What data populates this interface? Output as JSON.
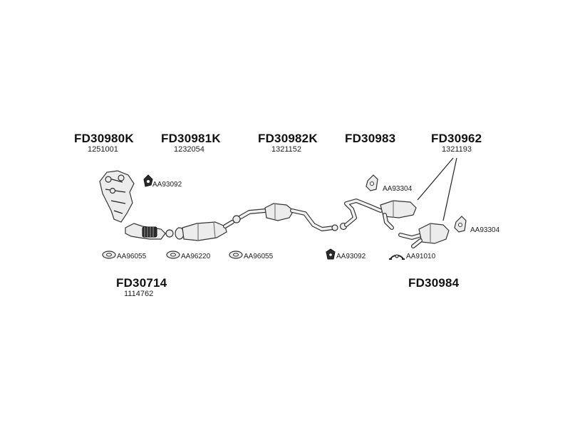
{
  "parts": [
    {
      "code": "FD30980K",
      "number": "1251001"
    },
    {
      "code": "FD30981K",
      "number": "1232054"
    },
    {
      "code": "FD30982K",
      "number": "1321152"
    },
    {
      "code": "FD30983",
      "number": ""
    },
    {
      "code": "FD30962",
      "number": "1321193"
    },
    {
      "code": "FD30714",
      "number": "1114762"
    },
    {
      "code": "FD30984",
      "number": ""
    }
  ],
  "accessories": [
    {
      "label": "AA93092"
    },
    {
      "label": "AA93304"
    },
    {
      "label": "AA93304"
    },
    {
      "label": "AA96055"
    },
    {
      "label": "AA96220"
    },
    {
      "label": "AA96055"
    },
    {
      "label": "AA93092"
    },
    {
      "label": "AA91010"
    }
  ]
}
